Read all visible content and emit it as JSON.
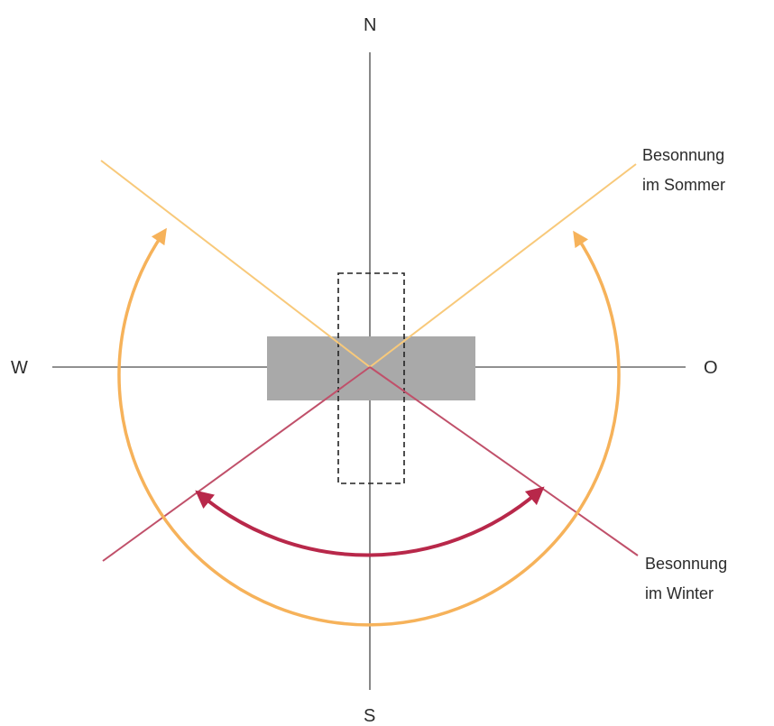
{
  "compass": {
    "north": "N",
    "south": "S",
    "west": "W",
    "east": "O"
  },
  "labels": {
    "summer_line1": "Besonnung",
    "summer_line2": "im Sommer",
    "winter_line1": "Besonnung",
    "winter_line2": "im Winter"
  },
  "colors": {
    "axis": "#6b6b6b",
    "building": "#a9a9a9",
    "summer": "#f6b25a",
    "summer_line": "#f8c97a",
    "winter": "#b8284a",
    "winter_line": "#c0506a",
    "text": "#2b2b2b"
  }
}
